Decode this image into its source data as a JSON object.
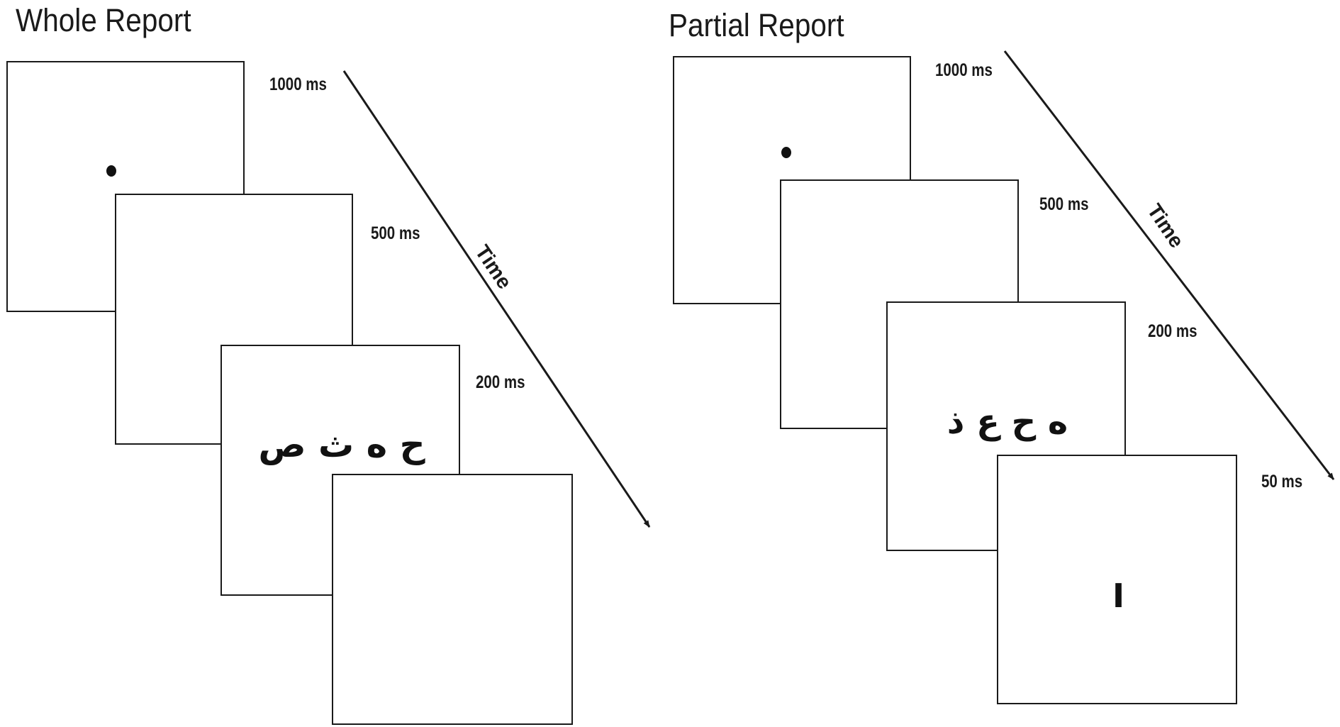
{
  "whole_report": {
    "title": "Whole Report",
    "durations": [
      "1000 ms",
      "500 ms",
      "200 ms"
    ],
    "letters": "ح ه ث ص",
    "time_label": "Time"
  },
  "partial_report": {
    "title": "Partial Report",
    "durations": [
      "1000 ms",
      "500 ms",
      "200 ms",
      "50 ms"
    ],
    "letters": "ه ح ع ذ",
    "cue": "I",
    "time_label": "Time"
  }
}
